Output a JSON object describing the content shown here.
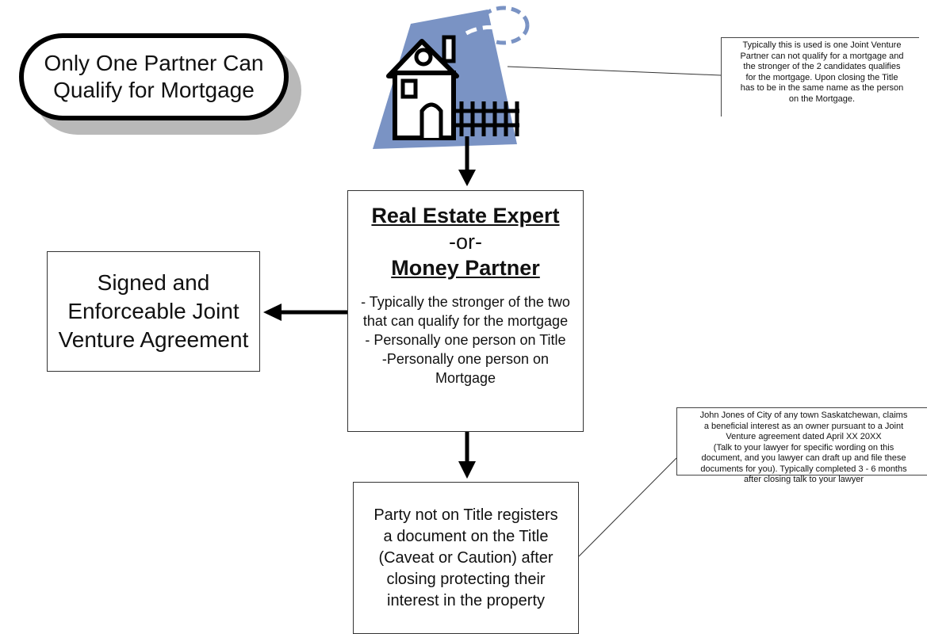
{
  "start": {
    "lines": [
      "Only One Partner Can",
      "Qualify for Mortgage"
    ]
  },
  "left_box": {
    "lines": [
      "Signed and",
      "Enforceable Joint",
      "Venture Agreement"
    ]
  },
  "center_box": {
    "heading1": "Real Estate Expert",
    "or": "-or-",
    "heading2": "Money Partner",
    "lines": [
      "- Typically the stronger of the two",
      "that can qualify for the mortgage",
      "- Personally one person on Title",
      "-Personally one person on",
      "Mortgage"
    ]
  },
  "bottom_box": {
    "lines": [
      "Party not on Title registers",
      "a document on the Title",
      "(Caveat or Caution) after",
      "closing protecting their",
      "interest in the property"
    ]
  },
  "note_top": {
    "lines": [
      "Typically this is used is one Joint Venture",
      "Partner can not qualify for a mortgage and",
      "the stronger of the 2 candidates qualifies",
      "for the mortgage.  Upon closing the Title",
      "has to be in the same name as the person",
      "on the Mortgage."
    ]
  },
  "note_bottom": {
    "lines": [
      "John Jones of City of any town Saskatchewan, claims",
      "a beneficial interest as an owner pursuant to a Joint",
      "Venture agreement dated April XX 20XX",
      "(Talk to your lawyer for specific wording on this",
      "document, and you lawyer can draft up and file these",
      "documents for you).  Typically completed 3 - 6 months",
      "after closing talk to your lawyer"
    ]
  },
  "icon": {
    "name": "house-icon",
    "color": "#7a93c4"
  }
}
